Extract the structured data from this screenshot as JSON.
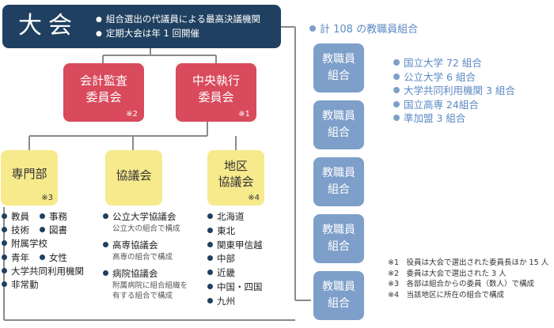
{
  "taikai": {
    "title": "大会",
    "notes": [
      "組合選出の代議員による最高決議機関",
      "定期大会は年 1 回開催"
    ]
  },
  "committees": [
    {
      "title_lines": [
        "会計監査",
        "委員会"
      ],
      "note": "※2"
    },
    {
      "title_lines": [
        "中央執行",
        "委員会"
      ],
      "note": "※1"
    }
  ],
  "sections": [
    {
      "title_lines": [
        "専門部"
      ],
      "note": "※3"
    },
    {
      "title_lines": [
        "協議会"
      ],
      "note": ""
    },
    {
      "title_lines": [
        "地区",
        "協議会"
      ],
      "note": "※4"
    }
  ],
  "senmonbu_items": [
    [
      "教員",
      "事務"
    ],
    [
      "技術",
      "図書"
    ],
    [
      "附属学校"
    ],
    [
      "青年",
      "女性"
    ],
    [
      "大学共同利用機関"
    ],
    [
      "非常勤"
    ]
  ],
  "kyogikai_items": [
    {
      "name": "公立大学協議会",
      "desc": [
        "公立大の組合で構成"
      ]
    },
    {
      "name": "高専協議会",
      "desc": [
        "高専の組合で構成"
      ]
    },
    {
      "name": "病院協議会",
      "desc": [
        "附属病院に組合組織を",
        "有する組合で構成"
      ]
    }
  ],
  "chiku_items": [
    "北海道",
    "東北",
    "関東甲信越",
    "中部",
    "近畿",
    "中国・四国",
    "九州"
  ],
  "union": {
    "total": "計 108 の教職員組合",
    "box_label": [
      "教職員",
      "組合"
    ],
    "members": [
      "国立大学 72 組合",
      "公立大学 6 組合",
      "大学共同利用機関 3 組合",
      "国立高専 24組合",
      "準加盟 3 組合"
    ]
  },
  "footnotes": [
    "※1　役員は大会で選出された委員長ほか 15 人",
    "※2　委員は大会で選出された 3 人",
    "※3　各部は組合からの委員（数人）で構成",
    "※4　当該地区に所在の組合で構成"
  ],
  "colors": {
    "navy": "#1f4060",
    "red": "#d84a5c",
    "yellow": "#f7ea8c",
    "blue": "#7d9fc9",
    "line": "#8a8a8a"
  }
}
